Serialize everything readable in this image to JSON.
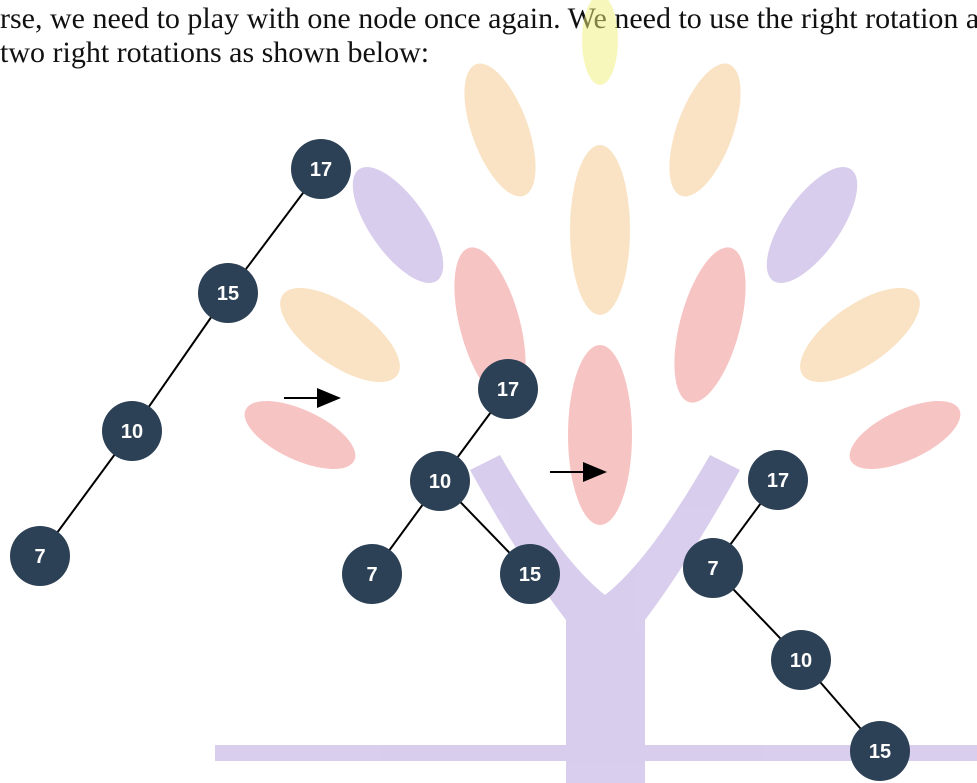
{
  "caption": {
    "line1": "rse, we need to play with one node once again. We need to use the right rotation and we need to perform the right rotation with the key pair. This means performing",
    "line2": "two right rotations as shown below:"
  },
  "watermark": {
    "description_icon": "tree-logo-icon"
  },
  "colors": {
    "node_fill": "#2d4156",
    "node_text": "#ffffff",
    "edge": "#000000"
  },
  "trees": [
    {
      "nodes": [
        {
          "id": "t1n17",
          "label": "17"
        },
        {
          "id": "t1n15",
          "label": "15"
        },
        {
          "id": "t1n10",
          "label": "10"
        },
        {
          "id": "t1n7",
          "label": "7"
        }
      ]
    },
    {
      "nodes": [
        {
          "id": "t2n17",
          "label": "17"
        },
        {
          "id": "t2n10",
          "label": "10"
        },
        {
          "id": "t2n7",
          "label": "7"
        },
        {
          "id": "t2n15",
          "label": "15"
        }
      ]
    },
    {
      "nodes": [
        {
          "id": "t3n17",
          "label": "17"
        },
        {
          "id": "t3n7",
          "label": "7"
        },
        {
          "id": "t3n10",
          "label": "10"
        },
        {
          "id": "t3n15",
          "label": "15"
        }
      ]
    }
  ]
}
